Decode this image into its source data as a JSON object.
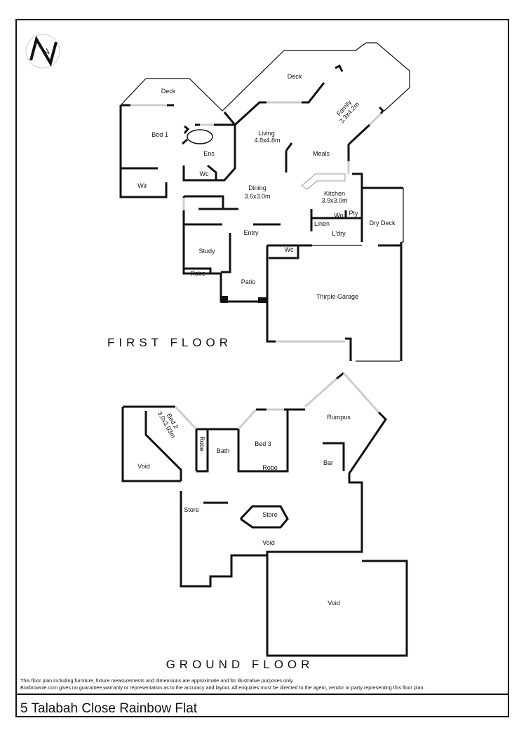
{
  "logo": {
    "letter": "N",
    "icon": "north-arrow-icon"
  },
  "first_floor": {
    "heading": "FIRST FLOOR",
    "rooms": {
      "deck_left": "Deck",
      "deck_right": "Deck",
      "family": "Family",
      "family_dim": "3.3x4.2m",
      "bed1": "Bed 1",
      "ens": "Ens",
      "wc1": "Wc",
      "wir": "Wir",
      "living": "Living",
      "living_dim": "4.8x4.8m",
      "meals": "Meals",
      "dining": "Dining",
      "dining_dim": "3.6x3.0m",
      "kitchen": "Kitchen",
      "kitchen_dim": "3.9x3.0m",
      "wo": "Wo",
      "pty": "Pty",
      "linen": "Linen",
      "ldry": "L'dry",
      "dry_deck": "Dry Deck",
      "entry": "Entry",
      "study": "Study",
      "robe": "Robe",
      "wc2": "Wc",
      "patio": "Patio",
      "garage": "Thirple Garage"
    }
  },
  "ground_floor": {
    "heading": "GROUND FLOOR",
    "rooms": {
      "rumpus": "Rumpus",
      "bed2": "Bed 2",
      "bed2_dim": "3.0x3.03m",
      "robe_vertical": "Robe",
      "bath": "Bath",
      "bed3": "Bed 3",
      "robe": "Robe",
      "bar": "Bar",
      "void_left": "Void",
      "store_left": "Store",
      "store_right": "Store",
      "void_center": "Void",
      "void_bottom": "Void"
    }
  },
  "footer": {
    "disclaimer_line1": "This floor plan including furniture, fixture measurements and dimensions are approximate and for illustrative purposes only.",
    "disclaimer_line2": "Boxbrownie.com gives no guarantee,warranty or representation as to the accuracy and layout. All enquiries must be directed to the agent, vendor or party representing this floor plan.",
    "address": "5 Talabah Close Rainbow Flat"
  }
}
